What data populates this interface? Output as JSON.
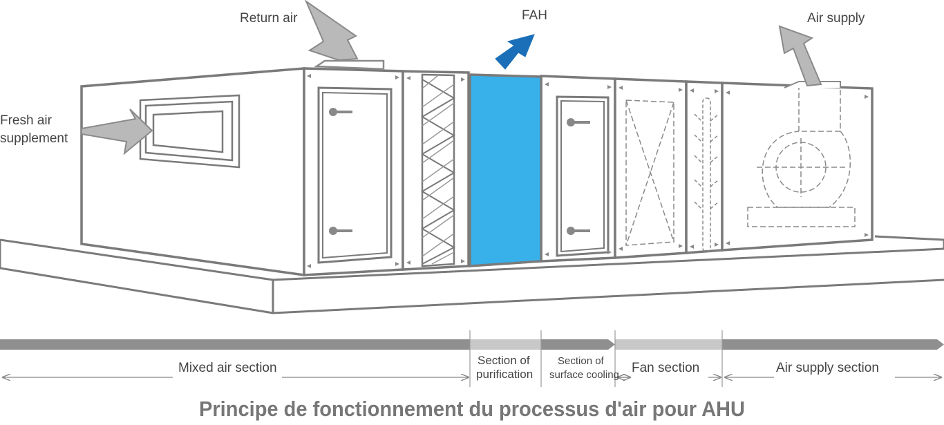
{
  "diagram": {
    "labels": {
      "return_air": "Return air",
      "fah": "FAH",
      "air_supply": "Air supply",
      "fresh_air_line1": "Fresh air",
      "fresh_air_line2": "supplement"
    },
    "sections": {
      "mixed": "Mixed air section",
      "purification_line1": "Section of",
      "purification_line2": "purification",
      "cooling_line1": "Section of",
      "cooling_line2": "surface cooling",
      "fan": "Fan section",
      "air_supply": "Air supply section"
    },
    "title": "Principe de fonctionnement du processus d'air pour AHU",
    "colors": {
      "outline": "#7a7a7a",
      "fah_panel": "#38b0ea",
      "fah_arrow": "#1b6fb8",
      "arrow_grey": "#b9b9b9",
      "band_dark": "#8f8f8f",
      "band_light": "#c8c8c8"
    }
  }
}
